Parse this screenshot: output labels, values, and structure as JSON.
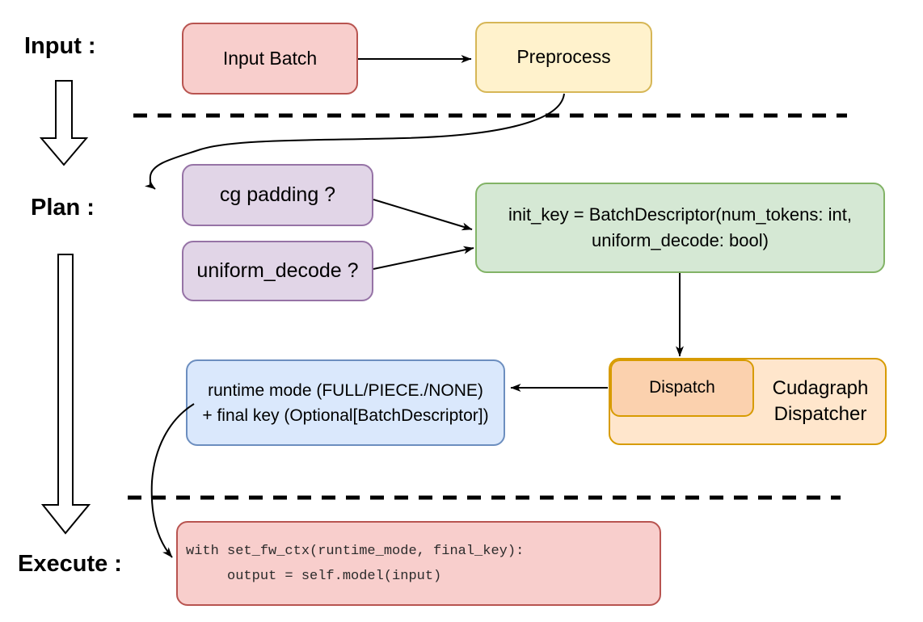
{
  "labels": {
    "input": "Input :",
    "plan": "Plan :",
    "execute": "Execute :"
  },
  "nodes": {
    "input_batch": {
      "label": "Input Batch"
    },
    "preprocess": {
      "label": "Preprocess"
    },
    "cg_padding": {
      "label": "cg padding ?"
    },
    "uniform_decode": {
      "label": "uniform_decode ?"
    },
    "init_key": {
      "line1": "init_key = BatchDescriptor(num_tokens: int,",
      "line2": "uniform_decode: bool)"
    },
    "dispatch": {
      "label": "Dispatch"
    },
    "cudagraph_dispatcher": {
      "line1": "Cudagraph",
      "line2": "Dispatcher"
    },
    "runtime_mode": {
      "line1": "runtime mode (FULL/PIECE./NONE)",
      "line2": "+ final key (Optional[BatchDescriptor])"
    },
    "execute_code": {
      "line1": "with set_fw_ctx(runtime_mode, final_key):",
      "line2": "     output = self.model(input)"
    }
  },
  "palette": {
    "red_fill": "#f8cecc",
    "red_stroke": "#b85450",
    "yellow_fill": "#fff2cc",
    "yellow_stroke": "#d6b656",
    "purple_fill": "#e1d5e7",
    "purple_stroke": "#9673a6",
    "green_fill": "#d5e8d4",
    "green_stroke": "#82b366",
    "blue_fill": "#dae8fc",
    "blue_stroke": "#6c8ebf",
    "orange_outer_fill": "#ffe6cc",
    "orange_inner_fill": "#fbd1ae",
    "orange_stroke": "#d79b00",
    "arrow_color": "#000000"
  }
}
